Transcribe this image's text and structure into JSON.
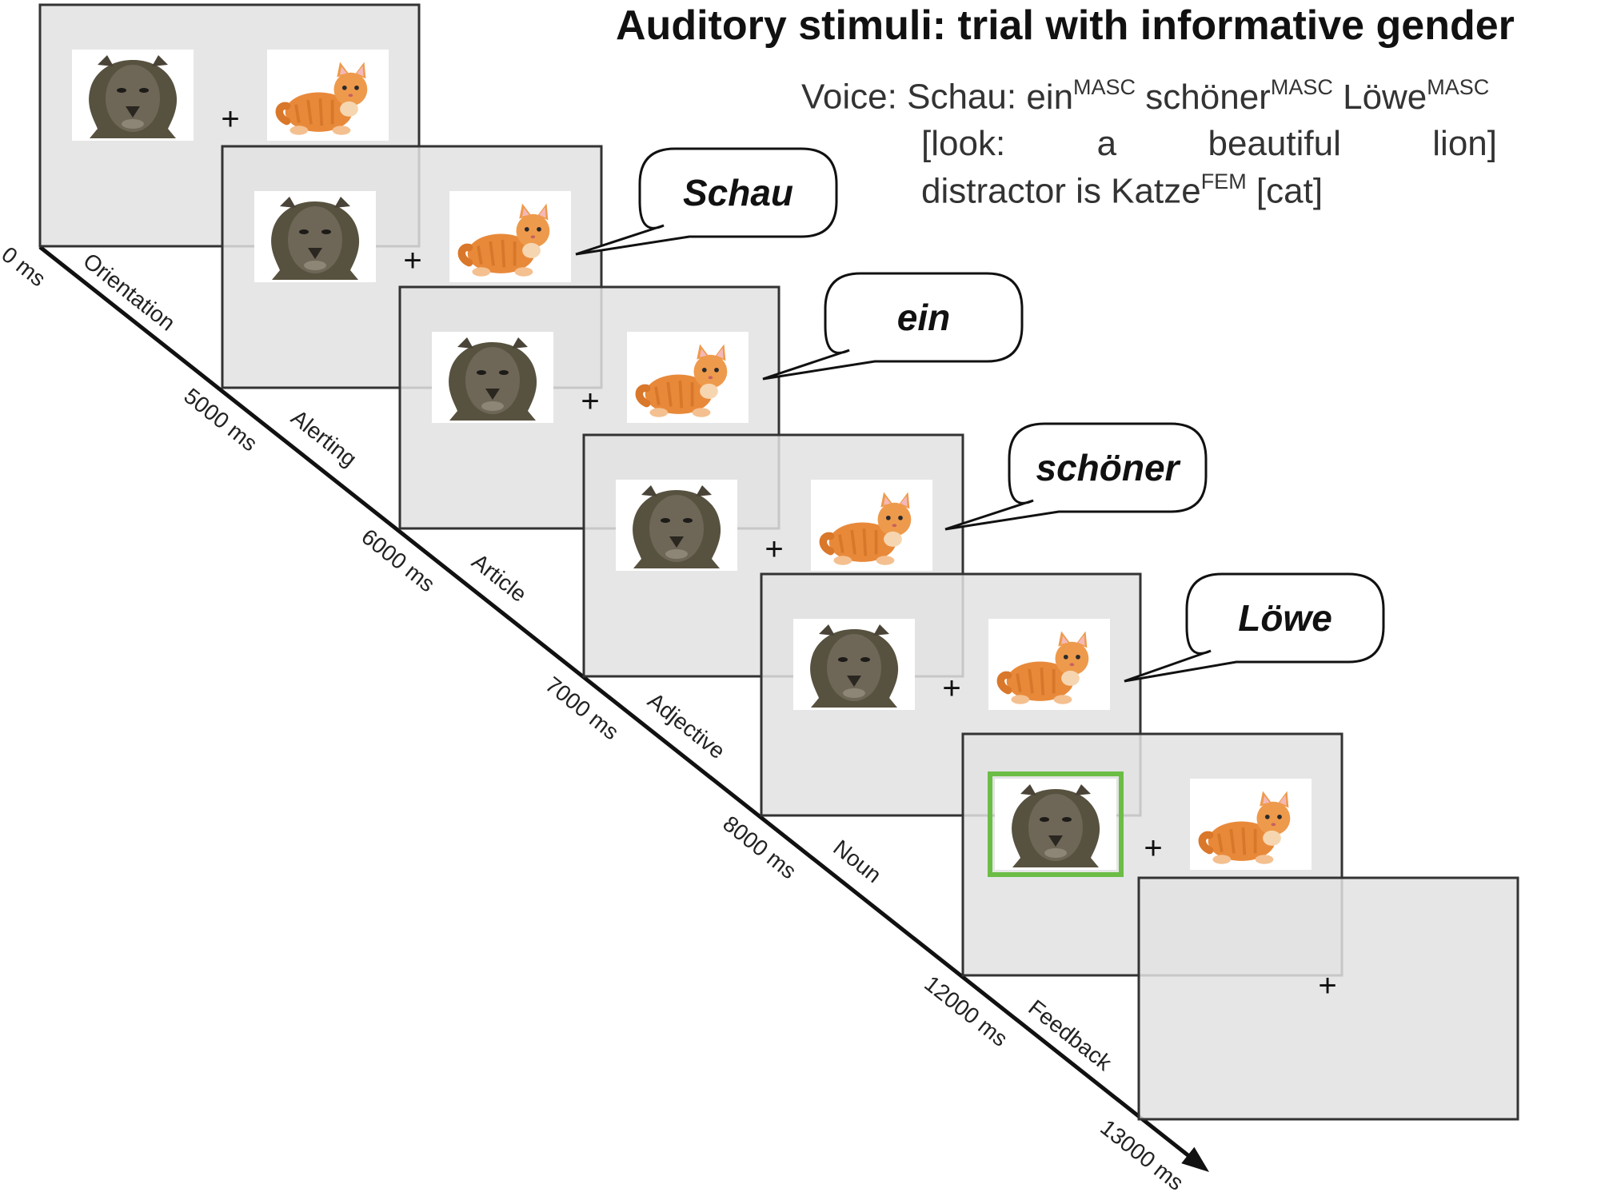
{
  "title": "Auditory stimuli: trial with informative gender",
  "voice": {
    "label": "Voice:",
    "words": [
      "Schau:",
      "ein",
      "schöner",
      "Löwe"
    ],
    "tags": [
      "MASC",
      "MASC",
      "MASC"
    ],
    "translation": [
      "[look:",
      "a",
      "beautiful",
      "lion]"
    ],
    "distractor_prefix": "distractor is Katze",
    "distractor_tag": "FEM",
    "distractor_suffix": "[cat]"
  },
  "timeline": {
    "times": [
      "0 ms",
      "5000 ms",
      "6000 ms",
      "7000 ms",
      "8000 ms",
      "12000 ms",
      "13000 ms"
    ],
    "phases": [
      "Orientation",
      "Alerting",
      "Article",
      "Adjective",
      "Noun",
      "Feedback"
    ]
  },
  "speech_bubbles": [
    "Schau",
    "ein",
    "schöner",
    "Löwe"
  ],
  "fixation_symbol": "+",
  "pictures": {
    "left": "lion",
    "right": "cat",
    "selected": "lion"
  },
  "colors": {
    "screen_fill": "#e2e2e2",
    "screen_stroke": "#333333",
    "selection_frame": "#6cbd45",
    "lion": "#5c554a",
    "cat": "#e8893a"
  }
}
